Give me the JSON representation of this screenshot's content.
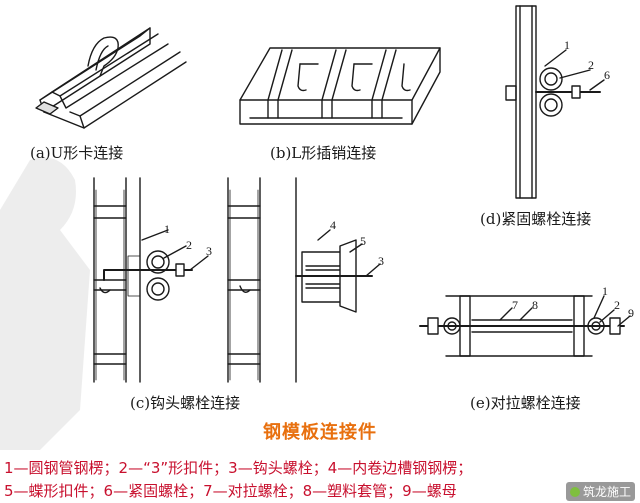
{
  "title": "钢模板连接件",
  "captions": {
    "a": "(a)U形卡连接",
    "b": "(b)L形插销连接",
    "c": "(c)钩头螺栓连接",
    "d": "(d)紧固螺栓连接",
    "e": "(e)对拉螺栓连接"
  },
  "part_numbers": {
    "c": [
      "1",
      "2",
      "3"
    ],
    "cb": [
      "4",
      "5",
      "3"
    ],
    "d": [
      "1",
      "2",
      "6"
    ],
    "e": [
      "7",
      "8",
      "1",
      "2",
      "9"
    ]
  },
  "legend": {
    "line1": "1—圆钢管钢楞；2—“3”形扣件；3—钩头螺栓；4—内卷边槽钢钢楞；",
    "line2": "5—蝶形扣件；6—紧固螺栓；7—对拉螺栓；8—塑料套管；9—螺母"
  },
  "watermark": "筑龙施工",
  "colors": {
    "title": "#e8700f",
    "legend": "#c8102e",
    "line": "#1a1a1a"
  }
}
